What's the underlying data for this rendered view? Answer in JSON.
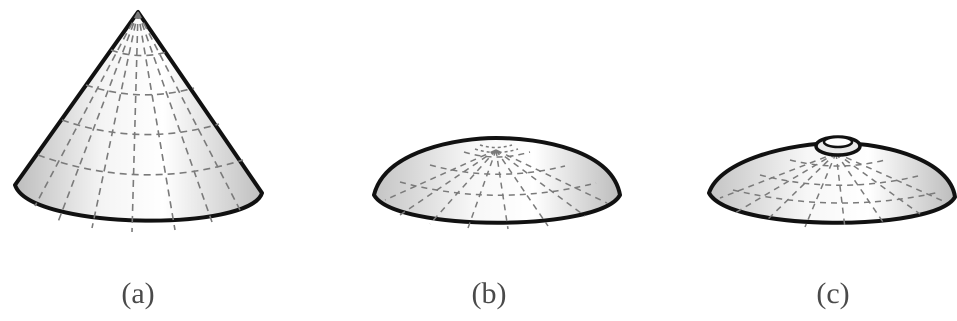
{
  "figure": {
    "panels": [
      {
        "id": "a",
        "caption": "(a)",
        "shape": "cone"
      },
      {
        "id": "b",
        "caption": "(b)",
        "shape": "shallow-dome"
      },
      {
        "id": "c",
        "caption": "(c)",
        "shape": "shallow-dome-with-opening"
      }
    ],
    "colors": {
      "outline": "#111111",
      "dash": "#7a7a7a",
      "shade_light": "#ffffff",
      "shade_dark": "#c8c8c8",
      "caption": "#4a4a4a"
    }
  }
}
